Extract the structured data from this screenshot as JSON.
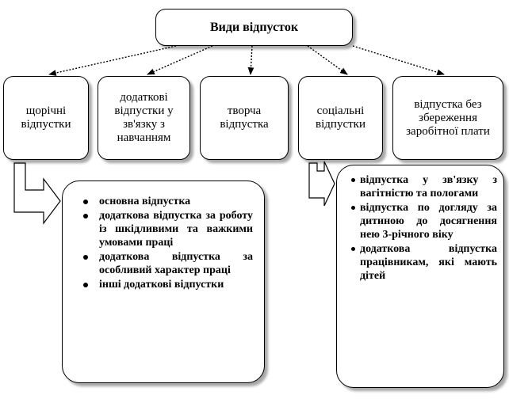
{
  "title": "Види відпусток",
  "categories": [
    {
      "label": "щорічні відпустки"
    },
    {
      "label": "додаткові відпустки у зв'язку з навчанням"
    },
    {
      "label": "творча відпустка"
    },
    {
      "label": "соціальні відпустки"
    },
    {
      "label": "відпустка без збереження заробітної плати"
    }
  ],
  "annual_leave_types": [
    "основна відпустка",
    "додаткова відпустка за роботу із шкідливими та важкими умовами праці",
    "додаткова відпустка за особливий характер праці",
    "інші додаткові відпустки"
  ],
  "social_leave_types": [
    "відпустка у зв'язку з вагітністю та пологами",
    "відпустка по догляду за дитиною до досягнення нею 3-річного віку",
    "додаткова відпустка працівникам, які мають дітей"
  ]
}
